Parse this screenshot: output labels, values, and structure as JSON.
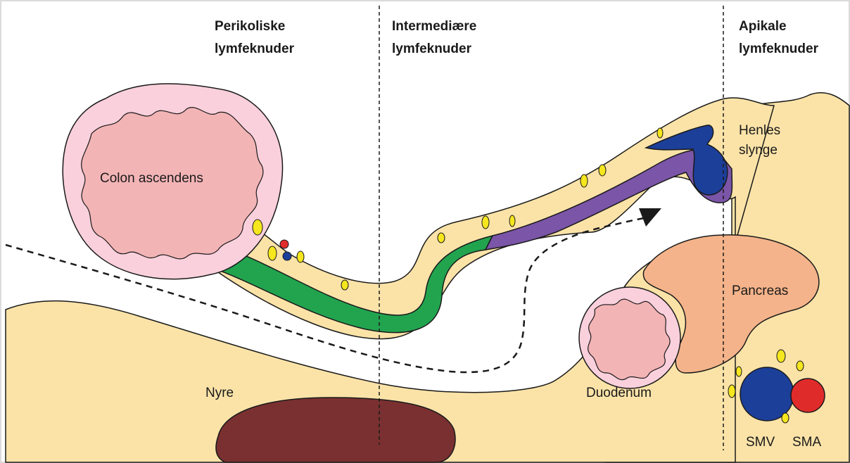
{
  "headers": {
    "pericolic": [
      "Perikoliske",
      "lymfeknuder"
    ],
    "intermediate": [
      "Intermediære",
      "lymfeknuder"
    ],
    "apical": [
      "Apikale",
      "lymfeknuder"
    ]
  },
  "labels": {
    "colon": "Colon ascendens",
    "henle": [
      "Henles",
      "slynge"
    ],
    "pancreas": "Pancreas",
    "duodenum": "Duodenum",
    "kidney": "Nyre",
    "smv": "SMV",
    "sma": "SMA"
  },
  "colors": {
    "mesentery": "#fbe3a8",
    "colon_outer": "#f9d0dc",
    "colon_inner": "#f3b4b6",
    "vessel_green": "#22a44f",
    "vessel_purple": "#7b55a8",
    "vessel_blue": "#1c3f99",
    "artery_red": "#e02b2b",
    "lymph_node": "#f5e61e",
    "pancreas": "#f4b38a",
    "kidney": "#7a3030",
    "outline": "#1a1a1a"
  }
}
